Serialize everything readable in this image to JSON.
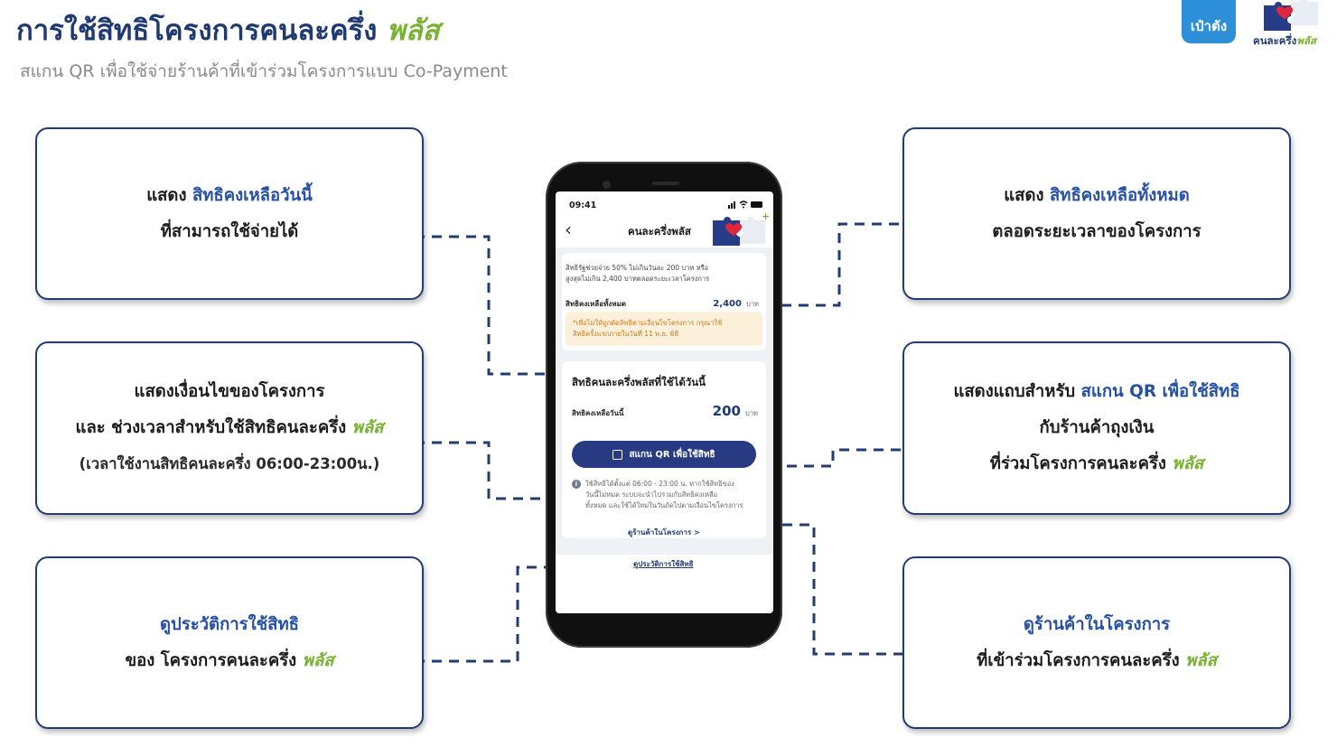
{
  "header": {
    "title": "การใช้สิทธิโครงการคนละครึ่ง",
    "title_plus": "พลัส",
    "subtitle": "สแกน QR เพื่อใช้จ่ายร้านค้าที่เข้าร่วมโครงการแบบ Co-Payment"
  },
  "logos": {
    "paotang": "เป๋าตัง",
    "khonlakhrueng": "คนละครึ่ง",
    "khonlakhrueng_plus": "พลัส"
  },
  "callouts": {
    "daily_balance": {
      "line1_prefix": "แสดง",
      "line1_highlight": "สิทธิคงเหลือวันนี้",
      "line2": "ที่สามารถใช้จ่ายได้"
    },
    "conditions": {
      "line1": "แสดงเงื่อนไขของโครงการ",
      "line2": "และ ช่วงเวลาสำหรับใช้สิทธิคนละครึ่ง",
      "line2_plus": "พลัส",
      "line3": "(เวลาใช้งานสิทธิคนละครึ่ง 06:00-23:00น.)"
    },
    "history": {
      "line1": "ดูประวัติการใช้สิทธิ",
      "line2": "ของ โครงการคนละครึ่ง",
      "line2_plus": "พลัส"
    },
    "total_balance": {
      "line1_prefix": "แสดง",
      "line1_highlight": "สิทธิคงเหลือทั้งหมด",
      "line2": "ตลอดระยะเวลาของโครงการ"
    },
    "scan_qr": {
      "line1_prefix": "แสดงแถบสำหรับ",
      "line1_highlight": "สแกน QR เพื่อใช้สิทธิ",
      "line2": "กับร้านค้าถุงเงิน",
      "line3": "ที่ร่วมโครงการคนละครึ่ง",
      "line3_plus": "พลัส"
    },
    "shops": {
      "line1": "ดูร้านค้าในโครงการ",
      "line2": "ที่เข้าร่วมโครงการคนละครึ่ง",
      "line2_plus": "พลัส"
    }
  },
  "phone": {
    "status_time": "09:41",
    "nav_title": "คนละครึ่งพลัส",
    "card1": {
      "desc_line1": "สิทธิรัฐช่วยจ่าย 50% ไม่เกินวันละ 200 บาท หรือ",
      "desc_line2": "สูงสุดไม่เกิน 2,400 บาทตลอดระยะเวลาโครงการ",
      "total_label": "สิทธิคงเหลือทั้งหมด",
      "total_value": "2,400",
      "unit": "บาท",
      "warning_line1": "*เพื่อไม่ให้ถูกตัดสิทธิตามเงื่อนไขโครงการ กรุณาใช้",
      "warning_line2": "สิทธิครั้งแรกภายในวันที่ 11 พ.ย. 68"
    },
    "card2": {
      "title": "สิทธิคนละครึ่งพลัสที่ใช้ได้วันนี้",
      "today_label": "สิทธิคงเหลือวันนี้",
      "today_value": "200",
      "unit": "บาท",
      "scan_button": "สแกน QR เพื่อใช้สิทธิ",
      "info_line1": "ใช้สิทธิได้ตั้งแต่ 06:00 - 23:00 น. หากใช้สิทธิของ",
      "info_line2": "วันนี้ไม่หมด ระบบจะนำไปรวมกับสิทธิคงเหลือ",
      "info_line3": "ทั้งหมด และใช้ได้ใหม่ในวันถัดไปตามเงื่อนไขโครงการ",
      "shop_link": "ดูร้านค้าในโครงการ >"
    },
    "history_link": "ดูประวัติการใช้สิทธิ"
  },
  "colors": {
    "navy": "#1f3a73",
    "highlight_blue": "#2550a4",
    "plus_green": "#78b232",
    "connector": "#233c73",
    "scan_button": "#283b82"
  }
}
